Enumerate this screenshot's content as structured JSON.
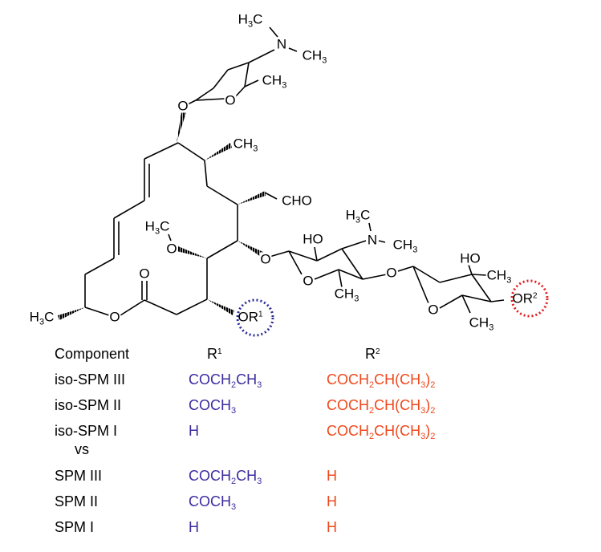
{
  "structure": {
    "top_sugar": {
      "h3c": "H3C",
      "n": "N",
      "ch3_n": "CH3",
      "ch3_ring": "CH3",
      "ring_o": "O",
      "link_o": "O"
    },
    "aglycone": {
      "ch3_c10": "CH3",
      "cho": "CHO",
      "methoxy_h3c": "H3C",
      "methoxy_o": "O",
      "carbonyl_o": "O",
      "lactone_o": "O",
      "h3c_terminal": "H3C",
      "or1": "OR^1",
      "link_o": "O"
    },
    "mid_sugar": {
      "ho": "HO",
      "h3c": "H3C",
      "n": "N",
      "ch3_n": "CH3",
      "ring_o": "O",
      "ch3_ring": "CH3",
      "link_o": "O"
    },
    "end_sugar": {
      "ho": "HO",
      "ch3_c3": "CH3",
      "or2": "OR^2",
      "ring_o": "O",
      "ch3_ring": "CH3"
    },
    "r1_highlight_color": "#2b2b9a",
    "r2_highlight_color": "#e02020"
  },
  "table": {
    "headers": {
      "component": "Component",
      "r1": "R^1",
      "r2": "R^2"
    },
    "rows": [
      {
        "component": "iso-SPM III",
        "r1": "COCH2CH3",
        "r2": "COCH2CH(CH3)2"
      },
      {
        "component": "iso-SPM II",
        "r1": "COCH3",
        "r2": "COCH2CH(CH3)2"
      },
      {
        "component": "iso-SPM I",
        "r1": "H",
        "r2": "COCH2CH(CH3)2"
      },
      {
        "component": "SPM III",
        "r1": "COCH2CH3",
        "r2": "H"
      },
      {
        "component": "SPM II",
        "r1": "COCH3",
        "r2": "H"
      },
      {
        "component": "SPM I",
        "r1": "H",
        "r2": "H"
      }
    ],
    "separator": "vs",
    "r1_color": "#3b2b9e",
    "r2_color": "#f0481c"
  }
}
